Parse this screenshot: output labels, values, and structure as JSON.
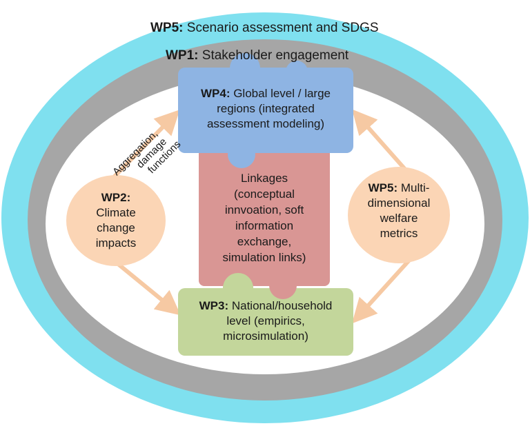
{
  "outer_ring": {
    "tag": "WP5:",
    "text": " Scenario assessment and SDGS"
  },
  "inner_ring": {
    "tag": "WP1:",
    "text": " Stakeholder engagement"
  },
  "wp4": {
    "tag": "WP4:",
    "line1": " Global level / large",
    "line2": "regions (integrated",
    "line3": "assessment modeling)"
  },
  "linkages": {
    "lines": [
      "Linkages",
      "(conceptual",
      "innvoation, soft",
      "information",
      "exchange,",
      "simulation links)"
    ]
  },
  "wp2": {
    "tag": "WP2:",
    "line1": "Climate",
    "line2": "change",
    "line3": "impacts"
  },
  "wp5_metrics": {
    "tag": "WP5:",
    "line1": " Multi-",
    "line2": "dimensional",
    "line3": "welfare",
    "line4": "metrics"
  },
  "wp3": {
    "tag": "WP3:",
    "line1": " National/household",
    "line2": "level (empirics,",
    "line3": "microsimulation)"
  },
  "arrow_label": {
    "line1": "Aggregation,",
    "line2": "damage",
    "line3": "functions"
  },
  "colors": {
    "outer_ring": "#7fe0ef",
    "inner_ring": "#a6a6a6",
    "wp4_box": "#8eb4e3",
    "linkages_box": "#d99694",
    "wp3_box": "#c3d69b",
    "oval": "#fbd5b5",
    "arrow": "#f6c9a3"
  }
}
